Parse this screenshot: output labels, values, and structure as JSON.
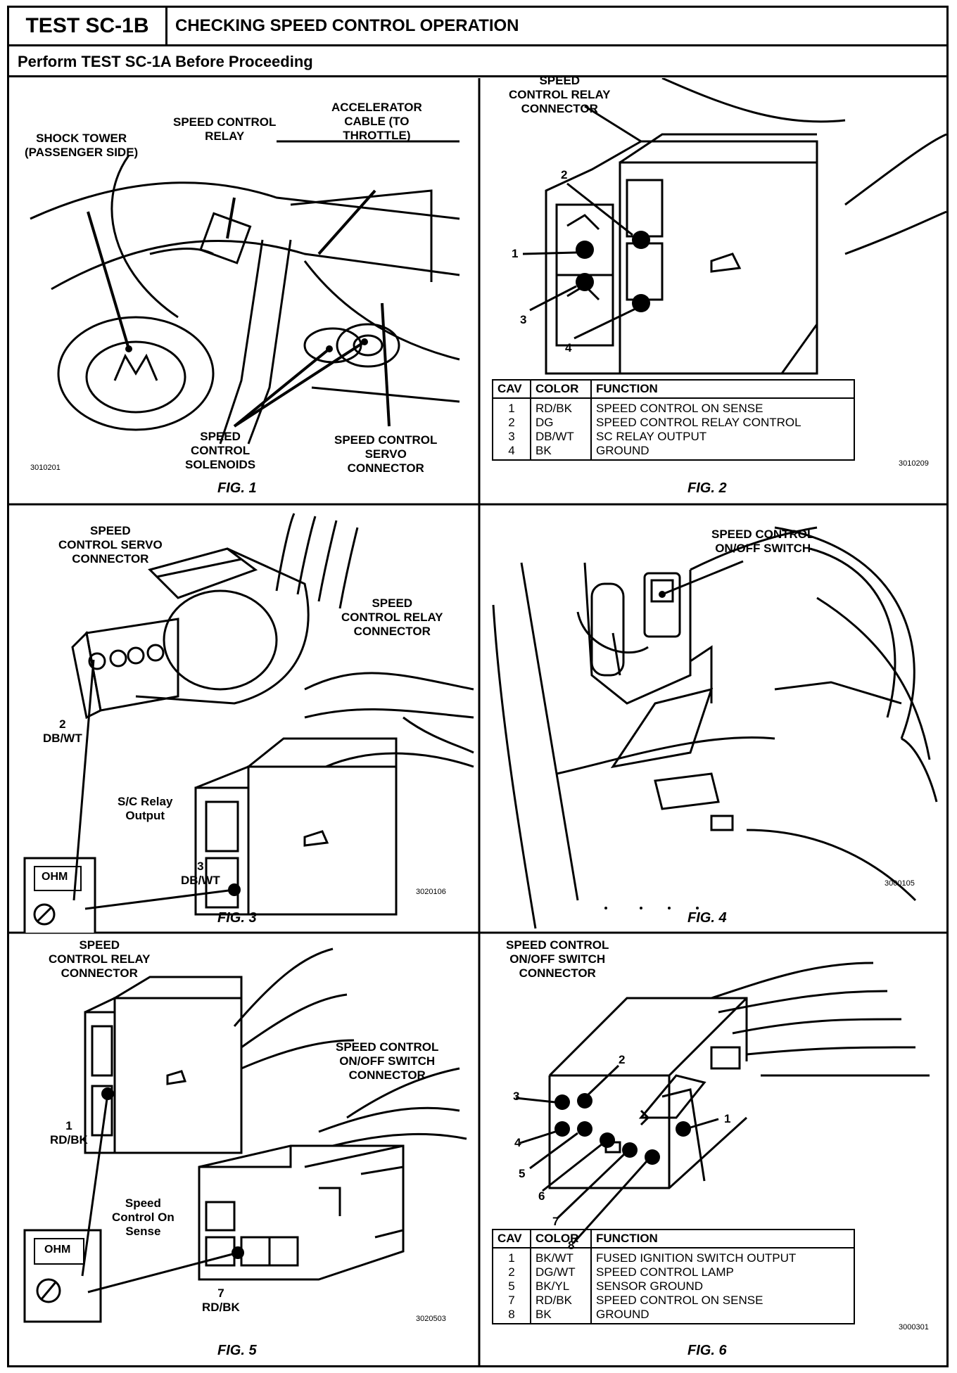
{
  "header": {
    "test_id": "TEST SC-1B",
    "title": "CHECKING SPEED CONTROL OPERATION",
    "subtitle": "Perform TEST SC-1A Before Proceeding"
  },
  "fig1": {
    "shock_tower": "SHOCK TOWER",
    "shock_tower_2": "(PASSENGER SIDE)",
    "relay_1": "SPEED CONTROL",
    "relay_2": "RELAY",
    "accel_1": "ACCELERATOR",
    "accel_2": "CABLE (TO",
    "accel_3": "THROTTLE)",
    "sol_1": "SPEED",
    "sol_2": "CONTROL",
    "sol_3": "SOLENOIDS",
    "servo_1": "SPEED CONTROL",
    "servo_2": "SERVO",
    "servo_3": "CONNECTOR",
    "code": "3010201",
    "caption": "FIG. 1"
  },
  "fig2": {
    "title_1": "SPEED",
    "title_2": "CONTROL RELAY",
    "title_3": "CONNECTOR",
    "pins": [
      "1",
      "2",
      "3",
      "4"
    ],
    "table_headers": [
      "CAV",
      "COLOR",
      "FUNCTION"
    ],
    "rows": [
      {
        "cav": "1",
        "color": "RD/BK",
        "function": "SPEED CONTROL ON SENSE"
      },
      {
        "cav": "2",
        "color": "DG",
        "function": "SPEED CONTROL RELAY CONTROL"
      },
      {
        "cav": "3",
        "color": "DB/WT",
        "function": "SC RELAY OUTPUT"
      },
      {
        "cav": "4",
        "color": "BK",
        "function": "GROUND"
      }
    ],
    "code": "3010209",
    "caption": "FIG. 2"
  },
  "fig3": {
    "servo_1": "SPEED",
    "servo_2": "CONTROL SERVO",
    "servo_3": "CONNECTOR",
    "relay_1": "SPEED",
    "relay_2": "CONTROL RELAY",
    "relay_3": "CONNECTOR",
    "pin2": "2",
    "pin2_color": "DB/WT",
    "sc_1": "S/C Relay",
    "sc_2": "Output",
    "pin3": "3",
    "pin3_color": "DB/WT",
    "meter": "OHM",
    "code": "3020106",
    "caption": "FIG. 3"
  },
  "fig4": {
    "label_1": "SPEED CONTROL",
    "label_2": "ON/OFF SWITCH",
    "code": "3000105",
    "caption": "FIG. 4"
  },
  "fig5": {
    "relay_1": "SPEED",
    "relay_2": "CONTROL RELAY",
    "relay_3": "CONNECTOR",
    "switch_1": "SPEED CONTROL",
    "switch_2": "ON/OFF SWITCH",
    "switch_3": "CONNECTOR",
    "pin1": "1",
    "pin1_color": "RD/BK",
    "sense_1": "Speed",
    "sense_2": "Control On",
    "sense_3": "Sense",
    "pin7": "7",
    "pin7_color": "RD/BK",
    "meter": "OHM",
    "code": "3020503",
    "caption": "FIG. 5"
  },
  "fig6": {
    "title_1": "SPEED CONTROL",
    "title_2": "ON/OFF SWITCH",
    "title_3": "CONNECTOR",
    "pins": [
      "1",
      "2",
      "3",
      "4",
      "5",
      "6",
      "7",
      "8"
    ],
    "table_headers": [
      "CAV",
      "COLOR",
      "FUNCTION"
    ],
    "rows": [
      {
        "cav": "1",
        "color": "BK/WT",
        "function": "FUSED IGNITION SWITCH OUTPUT"
      },
      {
        "cav": "2",
        "color": "DG/WT",
        "function": "SPEED CONTROL LAMP"
      },
      {
        "cav": "5",
        "color": "BK/YL",
        "function": "SENSOR GROUND"
      },
      {
        "cav": "7",
        "color": "RD/BK",
        "function": "SPEED CONTROL ON SENSE"
      },
      {
        "cav": "8",
        "color": "BK",
        "function": "GROUND"
      }
    ],
    "code": "3000301",
    "caption": "FIG. 6"
  }
}
